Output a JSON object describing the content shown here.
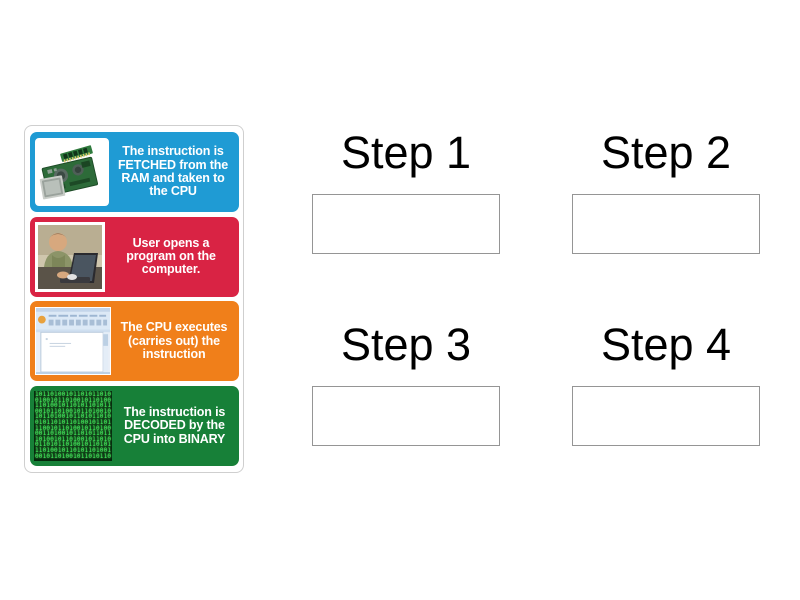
{
  "activity": {
    "type": "drag-and-drop-ordering",
    "background_color": "#ffffff"
  },
  "tiles_panel": {
    "border_color": "#cfcfcf",
    "tiles": [
      {
        "id": "tile-fetched",
        "text": "The instruction is FETCHED from the RAM and taken to the CPU",
        "lines": [
          "The instruction",
          "is FETCHED from",
          "the RAM and",
          "taken to the CPU"
        ],
        "color": "#1f9bd4",
        "image": "motherboard-ram-photo"
      },
      {
        "id": "tile-user-opens",
        "text": "User opens a program on the computer.",
        "lines": [
          "User opens",
          "a program on",
          "the computer."
        ],
        "color": "#d92344",
        "image": "man-using-laptop-photo"
      },
      {
        "id": "tile-executes",
        "text": "The CPU executes (carries out) the instruction",
        "lines": [
          "The",
          "CPU executes",
          "(carries out)",
          "the instruction"
        ],
        "color": "#f07f1a",
        "image": "word-processor-window-screenshot"
      },
      {
        "id": "tile-decoded",
        "text": "The instruction is DECODED by the CPU into BINARY",
        "lines": [
          "The instruction is",
          "DECODED by the",
          "CPU into BINARY"
        ],
        "color": "#178038",
        "image": "green-binary-code-photo"
      }
    ]
  },
  "steps": [
    {
      "id": "step-1",
      "label": "Step 1",
      "answer": ""
    },
    {
      "id": "step-2",
      "label": "Step 2",
      "answer": ""
    },
    {
      "id": "step-3",
      "label": "Step 3",
      "answer": ""
    },
    {
      "id": "step-4",
      "label": "Step 4",
      "answer": ""
    }
  ],
  "binary_art": {
    "rows": [
      "10110100101101011010",
      "01001011010010110100",
      "11010010110101101011",
      "00101101001011010010",
      "10110100101101011010",
      "01011010110100101101",
      "11001011010010110100",
      "00110100101101011011",
      "10100101101001011010",
      "01101011010010110101",
      "11010010110101101001",
      "00101101001011010110"
    ]
  }
}
